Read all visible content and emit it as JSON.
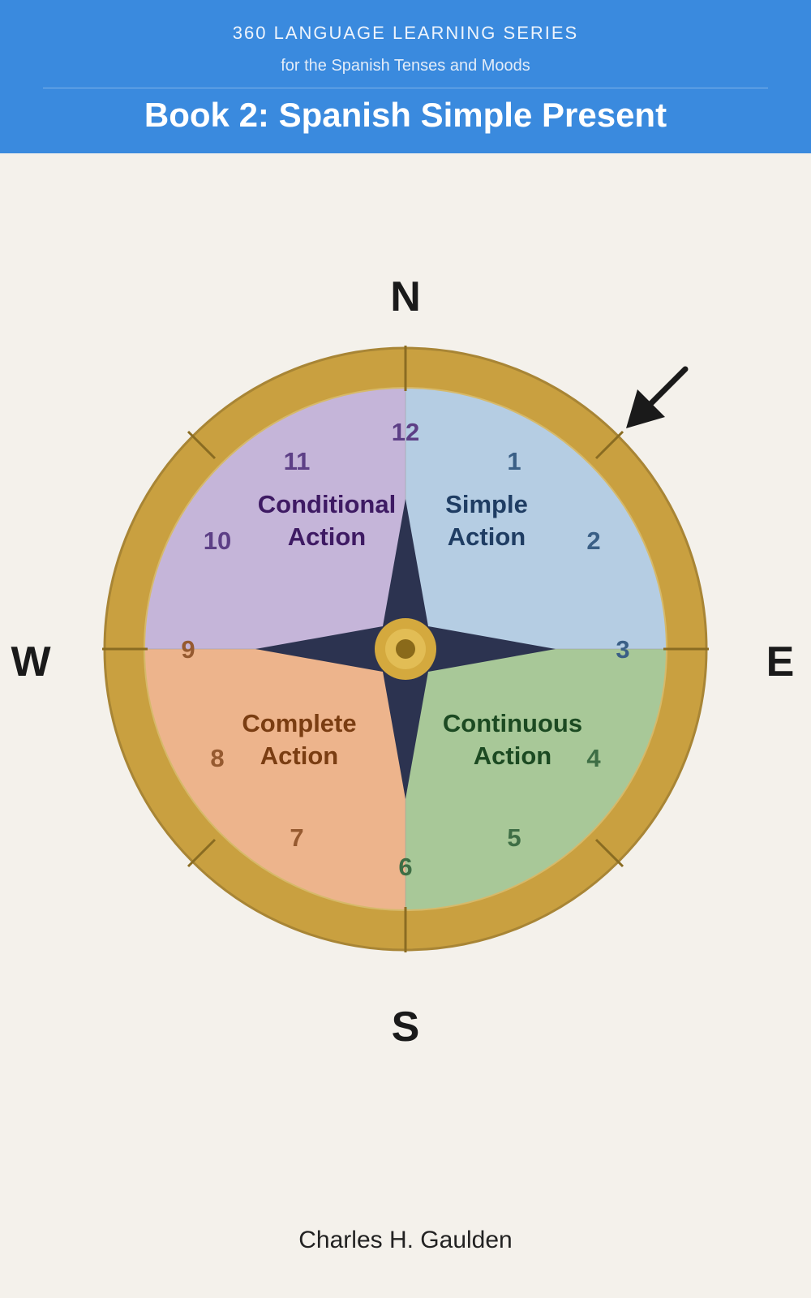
{
  "header": {
    "series": "360 LANGUAGE LEARNING SERIES",
    "subtitle": "for the Spanish Tenses and Moods",
    "title": "Book 2: Spanish Simple Present"
  },
  "compass": {
    "directions": {
      "n": "N",
      "s": "S",
      "e": "E",
      "w": "W"
    },
    "quadrants": {
      "simple": {
        "line1": "Simple",
        "line2": "Action"
      },
      "conditional": {
        "line1": "Conditional",
        "line2": "Action"
      },
      "complete": {
        "line1": "Complete",
        "line2": "Action"
      },
      "continuous": {
        "line1": "Continuous",
        "line2": "Action"
      }
    },
    "hours": [
      "12",
      "1",
      "2",
      "3",
      "4",
      "5",
      "6",
      "7",
      "8",
      "9",
      "10",
      "11"
    ],
    "arrow_points_to": "Simple Action",
    "colors": {
      "simple": "#b5cde3",
      "conditional": "#c5b5d9",
      "complete": "#edb48c",
      "continuous": "#a8c898",
      "ring": "#c9a040",
      "star": "#2c3350",
      "header": "#3a8ade"
    }
  },
  "author": "Charles H. Gaulden"
}
